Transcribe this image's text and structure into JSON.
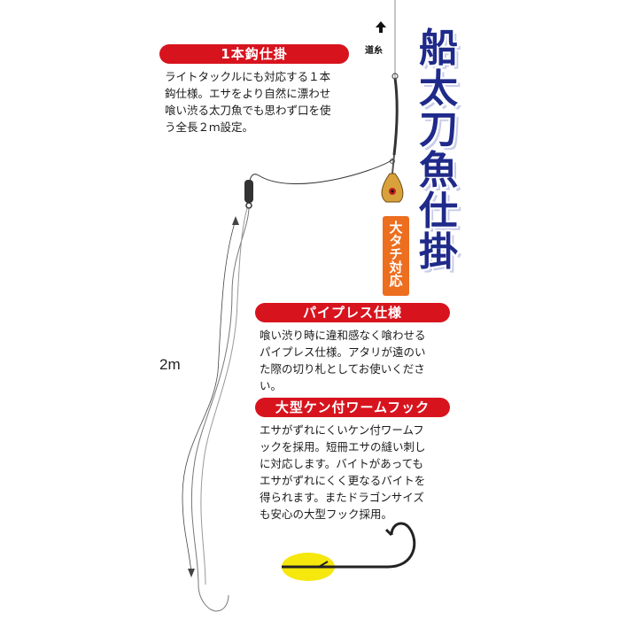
{
  "title": "船太刀魚仕掛",
  "title_chars": [
    "船",
    "太",
    "刀",
    "魚",
    "仕",
    "掛"
  ],
  "tag": "大タチ対応",
  "tag_chars": [
    "大",
    "タ",
    "チ",
    "対",
    "応"
  ],
  "line_label": "道糸",
  "length_label": "2m",
  "sections": [
    {
      "heading": "1本鈎仕掛",
      "lines": [
        "ライトタックルにも対応する１本",
        "鈎仕様。エサをより自然に漂わせ",
        "喰い渋る太刀魚でも思わず口を使",
        "う全長２ｍ設定。"
      ]
    },
    {
      "heading": "パイプレス仕様",
      "lines": [
        "喰い渋り時に違和感なく喰わせる",
        "パイプレス仕様。アタリが遠のい",
        "た際の切り札としてお使いくださ",
        "い。"
      ]
    },
    {
      "heading": "大型ケン付ワームフック",
      "lines": [
        "エサがずれにくいケン付ワームフ",
        "ックを採用。短冊エサの縫い刺し",
        "に対応します。バイトがあっても",
        "エサがずれにくく更なるバイトを",
        "得られます。またドラゴンサイズ",
        "も安心の大型フック採用。"
      ]
    }
  ],
  "colors": {
    "badge_red": "#d7141e",
    "title_blue": "#1f2a8a",
    "tag_orange": "#ec6e1f",
    "glow_yellow": "#f5e600"
  },
  "icons": [
    "up-arrow-icon",
    "swivel-icon",
    "sinker-icon",
    "hook-icon"
  ]
}
